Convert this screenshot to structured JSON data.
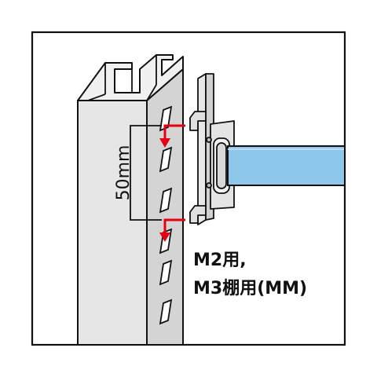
{
  "diagram": {
    "dimension_label": "50mm",
    "caption_line1": "M2用,",
    "caption_line2": "M3棚用(MM)",
    "colors": {
      "frame": "#111111",
      "post_fill": "#e3e3e3",
      "post_shadow": "#c9c9c9",
      "beam": "#8fc7ea",
      "arrow": "#e60012",
      "background": "#ffffff"
    },
    "icons": [
      "upright-post",
      "shelf-bracket",
      "shelf-beam",
      "slot",
      "arrow-down"
    ]
  }
}
